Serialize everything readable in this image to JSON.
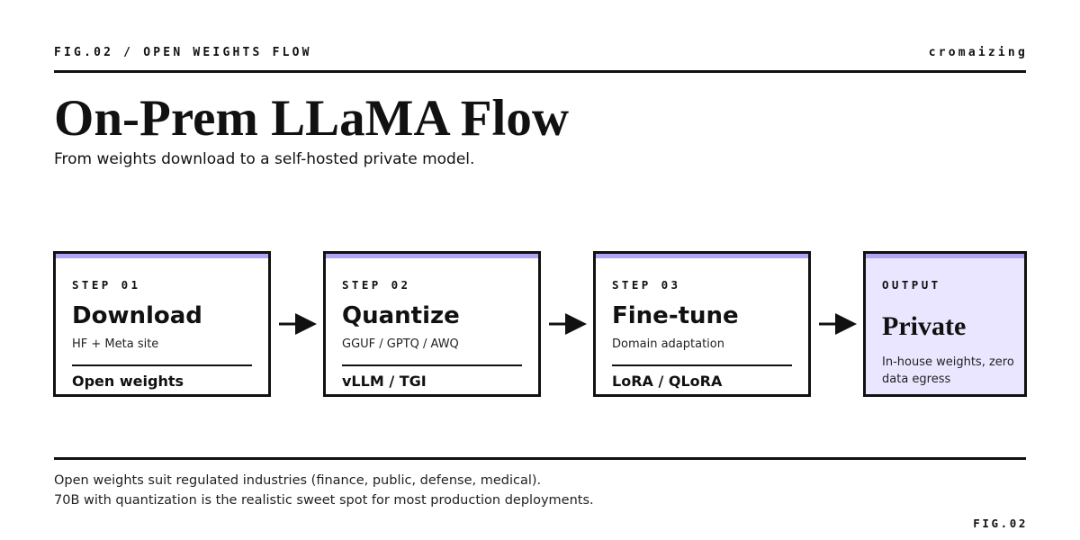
{
  "header": {
    "figure_label": "FIG.02 / OPEN WEIGHTS FLOW",
    "brand": "cromaizing"
  },
  "title": "On-Prem LLaMA Flow",
  "subtitle": "From weights download to a self-hosted private model.",
  "steps": [
    {
      "step": "STEP 01",
      "name": "Download",
      "desc": "HF + Meta site",
      "foot": "Open weights"
    },
    {
      "step": "STEP 02",
      "name": "Quantize",
      "desc": "GGUF / GPTQ / AWQ",
      "foot": "vLLM / TGI"
    },
    {
      "step": "STEP 03",
      "name": "Fine-tune",
      "desc": "Domain adaptation",
      "foot": "LoRA / QLoRA"
    }
  ],
  "output": {
    "step": "OUTPUT",
    "name": "Private",
    "desc": "In-house weights, zero data egress"
  },
  "notes": [
    "Open weights suit regulated industries (finance, public, defense, medical).",
    "70B with quantization is the realistic sweet spot for most production deployments."
  ],
  "footer": {
    "figure_ref": "FIG.02"
  },
  "colors": {
    "accent_bar": "#b3a3f5",
    "output_fill": "#ebe6ff",
    "ink": "#111111"
  }
}
